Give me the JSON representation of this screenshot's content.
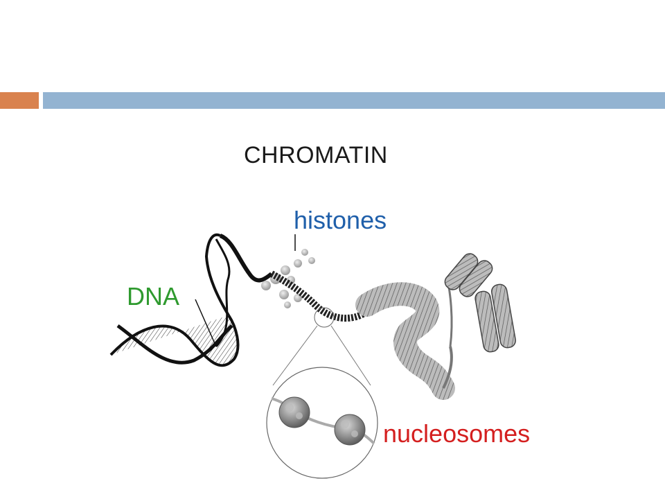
{
  "slide": {
    "accent_colors": {
      "orange": "#d9824e",
      "blue": "#93b3d1"
    }
  },
  "diagram": {
    "title": "CHROMATIN",
    "labels": {
      "histones": {
        "text": "histones",
        "color": "#1f5faa"
      },
      "dna": {
        "text": "DNA",
        "color": "#2f9a2f"
      },
      "nucleosomes": {
        "text": "nucleosomes",
        "color": "#d41f1f"
      }
    }
  }
}
